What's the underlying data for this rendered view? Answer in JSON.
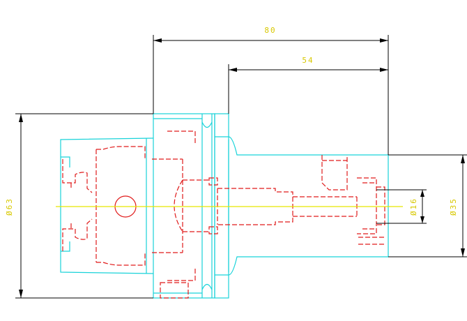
{
  "dimensions": {
    "total_length": "80",
    "shank_length": "54",
    "flange_diameter": "Ø63",
    "bore_diameter": "Ø16",
    "shank_diameter": "Ø35"
  },
  "colors": {
    "outline": "#19d3d9",
    "hidden": "#e01a1a",
    "dimension": "#000000",
    "centerline": "#e6e600",
    "text": "#d8c800"
  }
}
